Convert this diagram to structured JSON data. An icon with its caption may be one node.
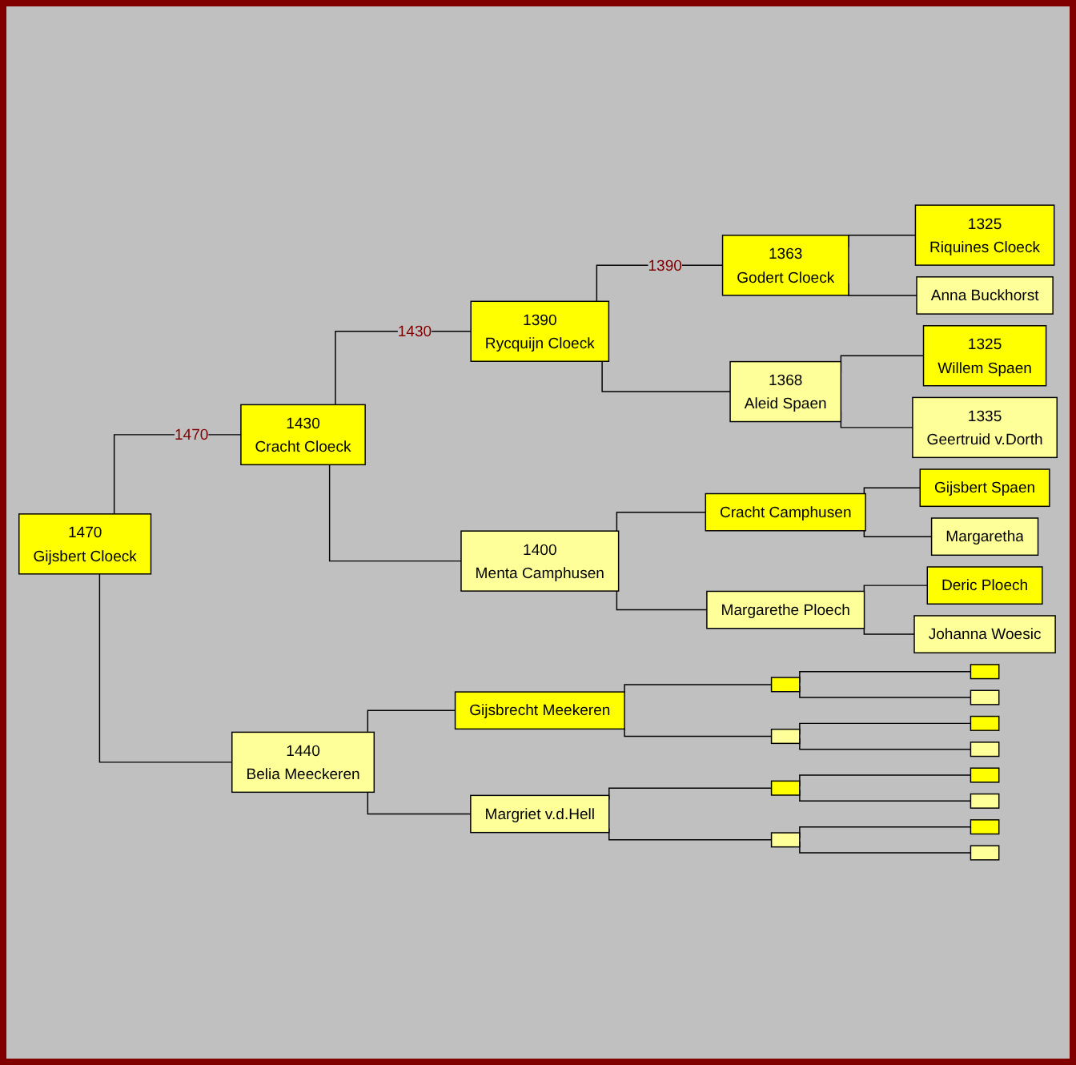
{
  "diagram": {
    "nodes": [
      {
        "text": [
          "1470",
          "Gijsbert Cloeck"
        ]
      },
      {
        "text": [
          "1430",
          "Cracht Cloeck"
        ]
      },
      {
        "text": [
          "1440",
          "Belia Meeckeren"
        ]
      },
      {
        "text": [
          "1390",
          "Rycquijn Cloeck"
        ]
      },
      {
        "text": [
          "1400",
          "Menta Camphusen"
        ]
      },
      {
        "text": [
          "Gijsbrecht Meekeren"
        ]
      },
      {
        "text": [
          "Margriet v.d.Hell"
        ]
      },
      {
        "text": [
          "1363",
          "Godert Cloeck"
        ]
      },
      {
        "text": [
          "1368",
          "Aleid Spaen"
        ]
      },
      {
        "text": [
          "Cracht Camphusen"
        ]
      },
      {
        "text": [
          "Margarethe Ploech"
        ]
      },
      {
        "text": [],
        "shape": "box"
      },
      {
        "text": [],
        "shape": "box"
      },
      {
        "text": [],
        "shape": "box"
      },
      {
        "text": [],
        "shape": "box"
      },
      {
        "text": [
          "1325",
          "Riquines Cloeck"
        ]
      },
      {
        "text": [
          "Anna Buckhorst"
        ]
      },
      {
        "text": [
          "1325",
          "Willem Spaen"
        ]
      },
      {
        "text": [
          "1335",
          "Geertruid v.Dorth"
        ]
      },
      {
        "text": [
          "Gijsbert Spaen"
        ]
      },
      {
        "text": [
          "Margaretha"
        ]
      },
      {
        "text": [
          "Deric Ploech"
        ]
      },
      {
        "text": [
          "Johanna Woesic"
        ]
      },
      {
        "text": [],
        "shape": "box"
      },
      {
        "text": [],
        "shape": "box"
      },
      {
        "text": [],
        "shape": "box"
      },
      {
        "text": [],
        "shape": "box"
      },
      {
        "text": [],
        "shape": "box"
      },
      {
        "text": [],
        "shape": "box"
      },
      {
        "text": [],
        "shape": "box"
      },
      {
        "text": [],
        "shape": "box"
      }
    ],
    "edges": [
      {
        "from": 0,
        "to": 1,
        "arrow": "none",
        "label": "1470"
      },
      {
        "from": 0,
        "to": 2,
        "arrow": "none"
      },
      {
        "from": 1,
        "to": 3,
        "arrow": "none",
        "label": "1430"
      },
      {
        "from": 1,
        "to": 4,
        "arrow": "none"
      },
      {
        "from": 2,
        "to": 5,
        "arrow": "none"
      },
      {
        "from": 2,
        "to": 6,
        "arrow": "none"
      },
      {
        "from": 3,
        "to": 7,
        "arrow": "none",
        "label": "1390"
      },
      {
        "from": 3,
        "to": 8,
        "arrow": "none"
      },
      {
        "from": 4,
        "to": 9,
        "arrow": "none"
      },
      {
        "from": 4,
        "to": 10,
        "arrow": "none"
      },
      {
        "from": 5,
        "to": 11,
        "arrow": "none"
      },
      {
        "from": 5,
        "to": 12,
        "arrow": "none"
      },
      {
        "from": 6,
        "to": 13,
        "arrow": "none"
      },
      {
        "from": 6,
        "to": 14,
        "arrow": "none"
      },
      {
        "from": 7,
        "to": 15,
        "arrow": "none"
      },
      {
        "from": 7,
        "to": 16,
        "arrow": "none"
      },
      {
        "from": 8,
        "to": 17,
        "arrow": "none"
      },
      {
        "from": 8,
        "to": 18,
        "arrow": "none"
      },
      {
        "from": 9,
        "to": 19,
        "arrow": "none"
      },
      {
        "from": 9,
        "to": 20,
        "arrow": "none"
      },
      {
        "from": 10,
        "to": 21,
        "arrow": "none"
      },
      {
        "from": 10,
        "to": 22,
        "arrow": "none"
      },
      {
        "from": 11,
        "to": 23,
        "arrow": "none"
      },
      {
        "from": 11,
        "to": 24,
        "arrow": "none"
      },
      {
        "from": 12,
        "to": 25,
        "arrow": "none"
      },
      {
        "from": 12,
        "to": 26,
        "arrow": "none"
      },
      {
        "from": 13,
        "to": 27,
        "arrow": "none"
      },
      {
        "from": 13,
        "to": 28,
        "arrow": "none"
      },
      {
        "from": 14,
        "to": 29,
        "arrow": "none"
      },
      {
        "from": 14,
        "to": 30,
        "arrow": "none"
      }
    ]
  }
}
